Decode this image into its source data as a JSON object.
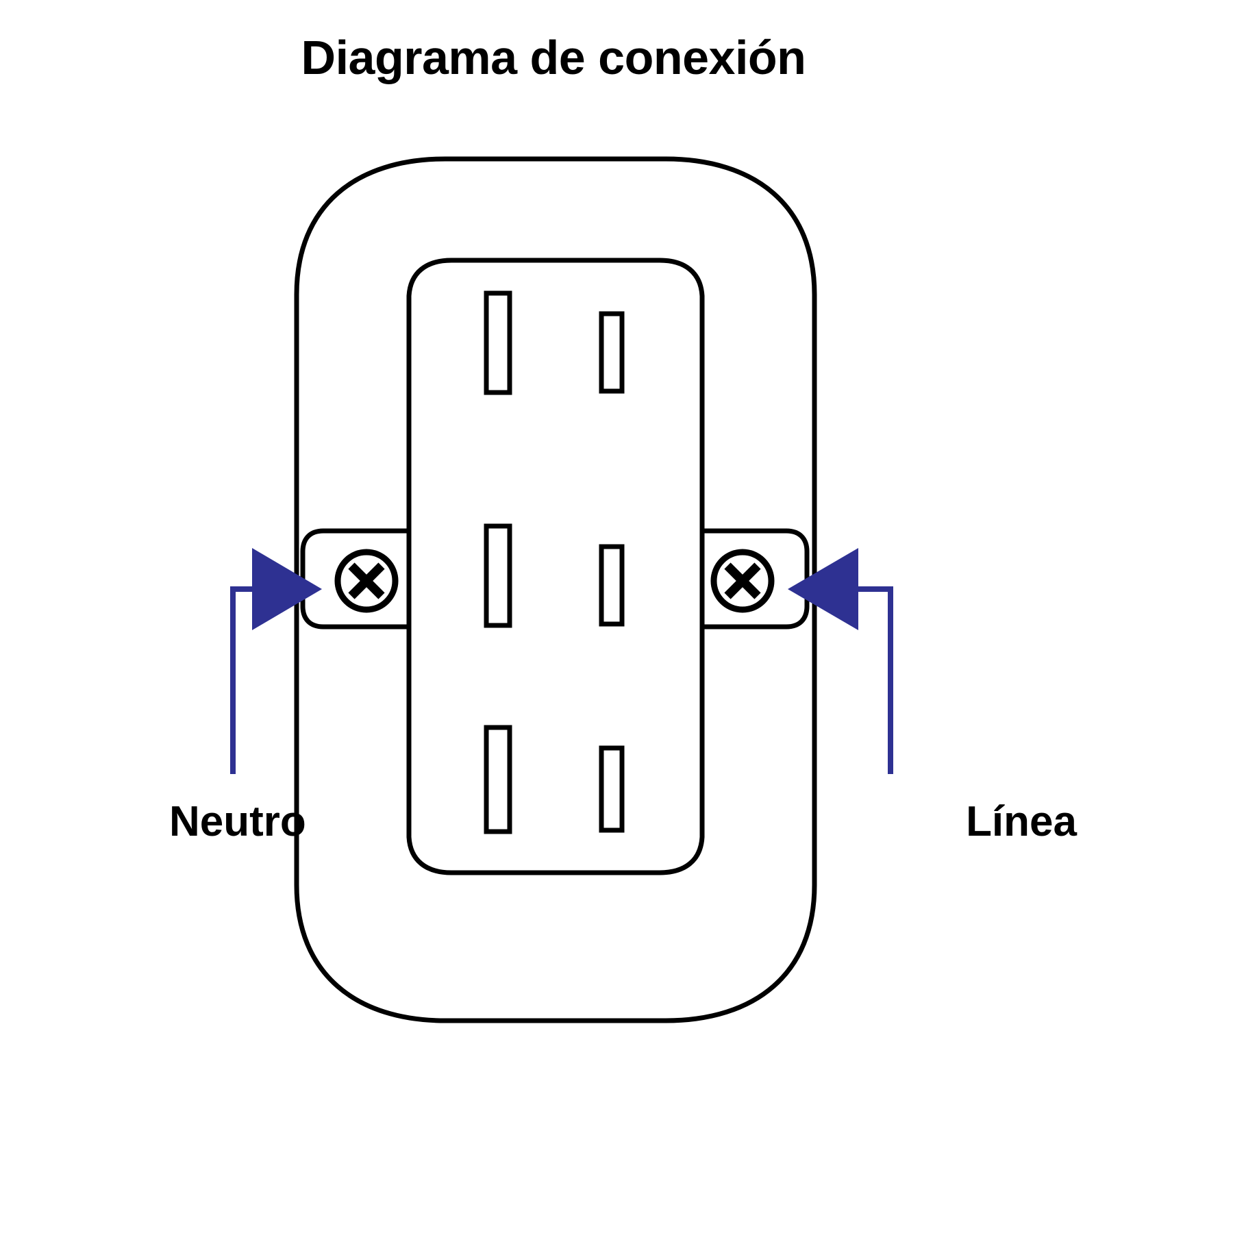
{
  "title": "Diagrama de conexión",
  "colors": {
    "accent_blue": "#2E3192",
    "outline_black": "#000000",
    "background": "#ffffff"
  },
  "labels": {
    "neutral": "Neutro",
    "line": "Línea"
  },
  "diagram": {
    "kind": "electrical-outlet-wiring-diagram",
    "device": "duplex/triplex receptacle outlet",
    "slot_count": 6,
    "slot_rows": 3,
    "slot_columns": 2,
    "terminals": [
      {
        "side": "left",
        "name": "neutral-terminal",
        "label": "Neutro",
        "screw": "slotted-cross-screw"
      },
      {
        "side": "right",
        "name": "line-terminal",
        "label": "Línea",
        "screw": "slotted-cross-screw"
      }
    ],
    "arrows": [
      {
        "name": "neutral-arrow",
        "direction": "right",
        "points_to": "left-screw-terminal"
      },
      {
        "name": "line-arrow",
        "direction": "left",
        "points_to": "right-screw-terminal"
      }
    ]
  }
}
